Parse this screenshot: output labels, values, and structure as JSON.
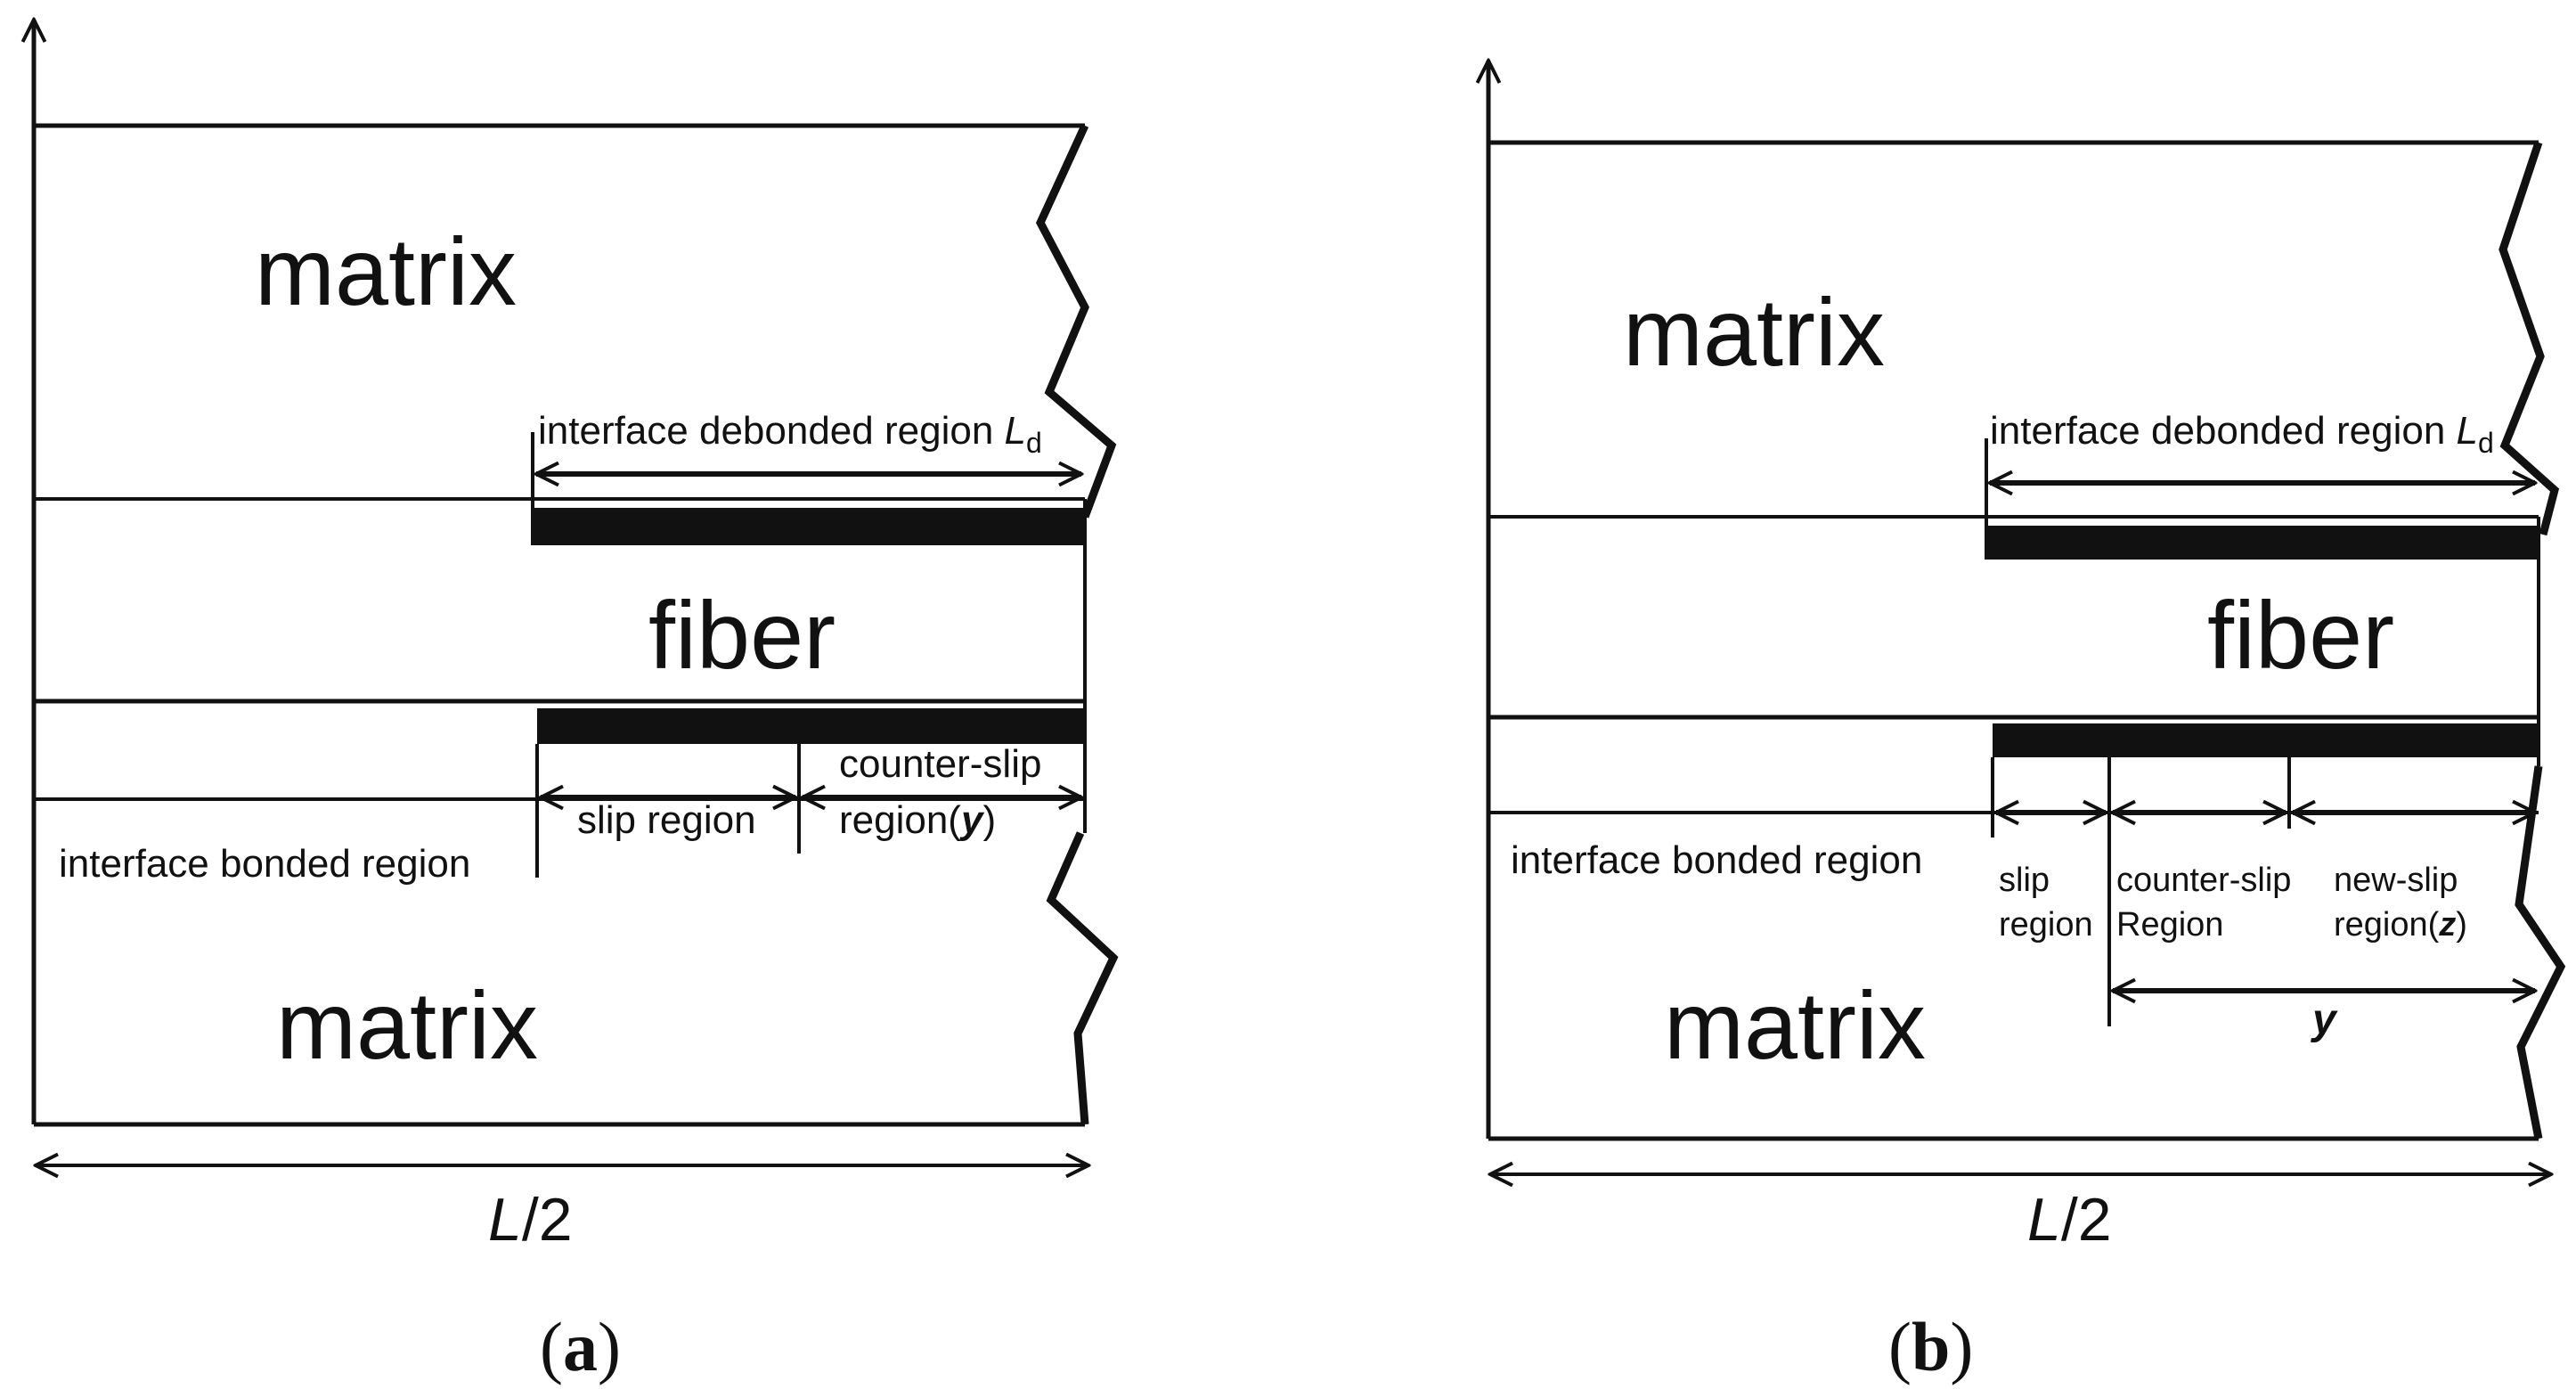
{
  "panels": {
    "a": {
      "caption_open": "(",
      "caption_letter": "a",
      "caption_close": ")",
      "matrix_top": "matrix",
      "matrix_bottom": "matrix",
      "fiber": "fiber",
      "debonded_label": "interface debonded region ",
      "debonded_symbol": "L",
      "debonded_subscript": "d",
      "bonded_label": "interface bonded region",
      "slip_label": "slip region",
      "counter_slip_line1": "counter-slip",
      "counter_slip_line2_prefix": "region(",
      "counter_slip_var": "y",
      "counter_slip_line2_suffix": ")",
      "length_symbol": "L",
      "length_suffix": "/2"
    },
    "b": {
      "caption_open": "(",
      "caption_letter": "b",
      "caption_close": ")",
      "matrix_top": "matrix",
      "matrix_bottom": "matrix",
      "fiber": "fiber",
      "debonded_label": "interface debonded region ",
      "debonded_symbol": "L",
      "debonded_subscript": "d",
      "bonded_label": "interface bonded region",
      "slip_line1": "slip",
      "slip_line2": "region",
      "counter_slip_line1": "counter-slip",
      "counter_slip_line2": "Region",
      "new_slip_line1": "new-slip",
      "new_slip_line2_prefix": "region(",
      "new_slip_var": "z",
      "new_slip_line2_suffix": ")",
      "y_label": "y",
      "length_symbol": "L",
      "length_suffix": "/2"
    }
  }
}
